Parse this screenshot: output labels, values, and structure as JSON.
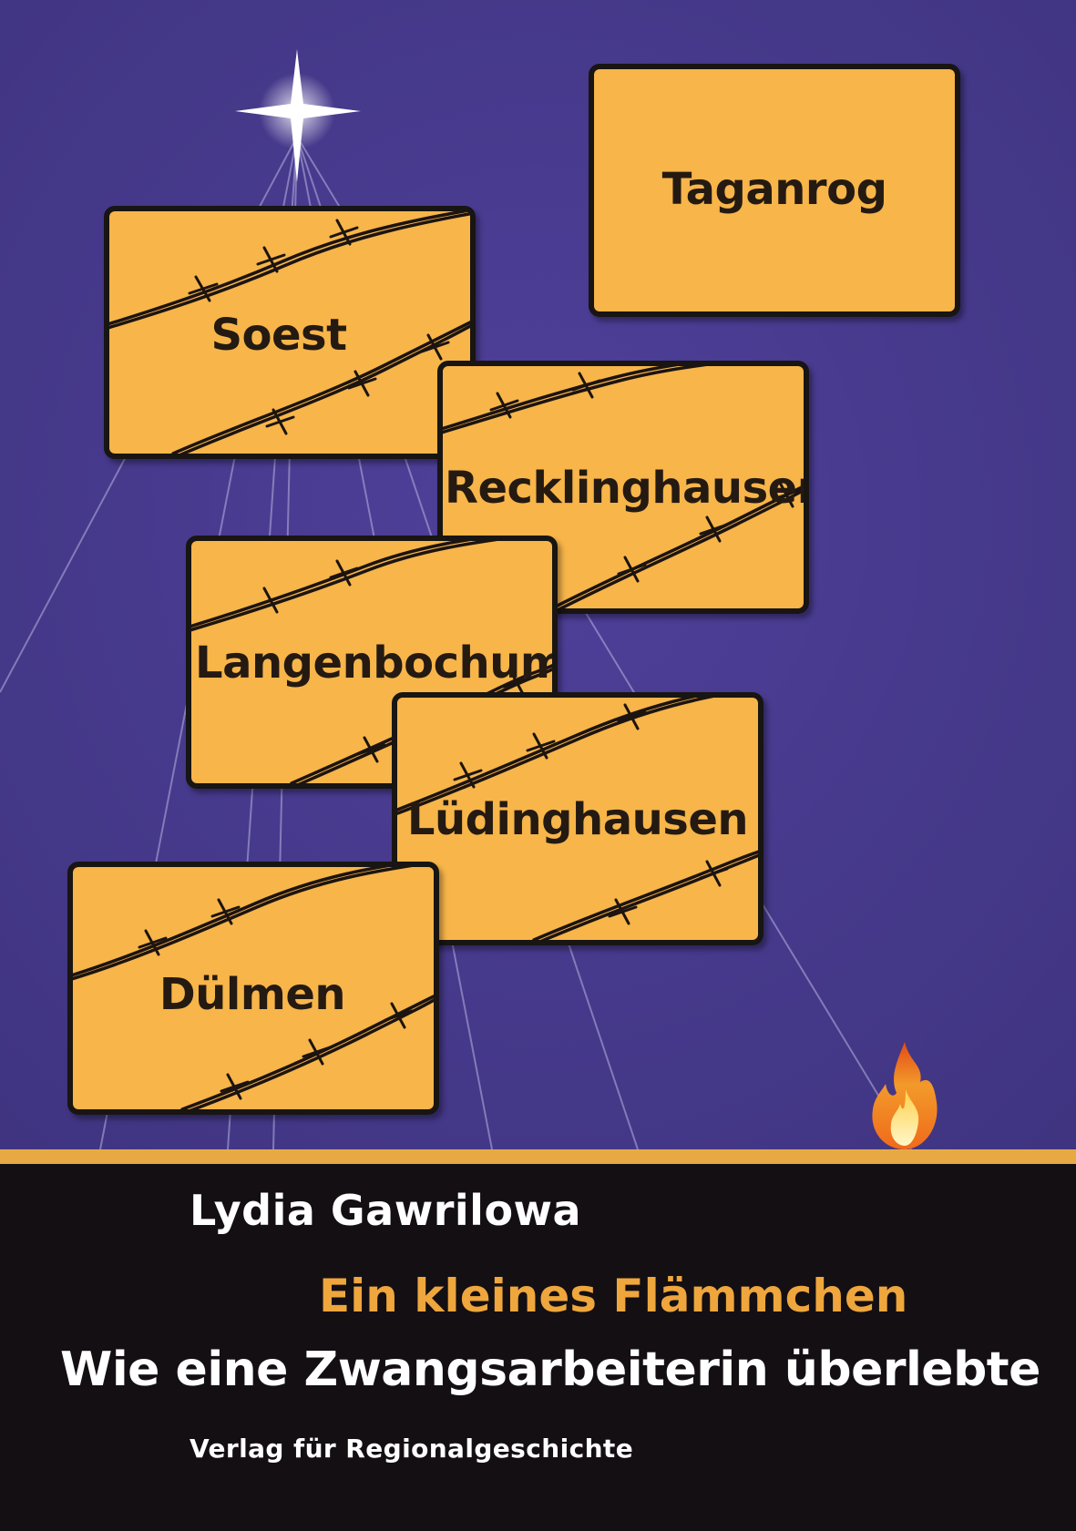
{
  "cover": {
    "author": "Lydia Gawrilowa",
    "title": "Ein kleines Flämmchen",
    "subtitle": "Wie eine Zwangsarbeiterin überlebte",
    "publisher": "Verlag für Regionalgeschichte"
  },
  "signs": {
    "taganrog": "Taganrog",
    "soest": "Soest",
    "recklinghausen": "Recklinghausen",
    "langenbochum": "Langenbochum",
    "luedinghausen": "Lüdinghausen",
    "duelmen": "Dülmen"
  },
  "colors": {
    "background": "#4a3b8a",
    "sign": "#f7b54a",
    "band": "#140f13",
    "title_accent": "#eea63d"
  },
  "icons": {
    "star": "star-icon",
    "flame": "flame-icon",
    "barbed_wire": "barbed-wire-icon"
  }
}
